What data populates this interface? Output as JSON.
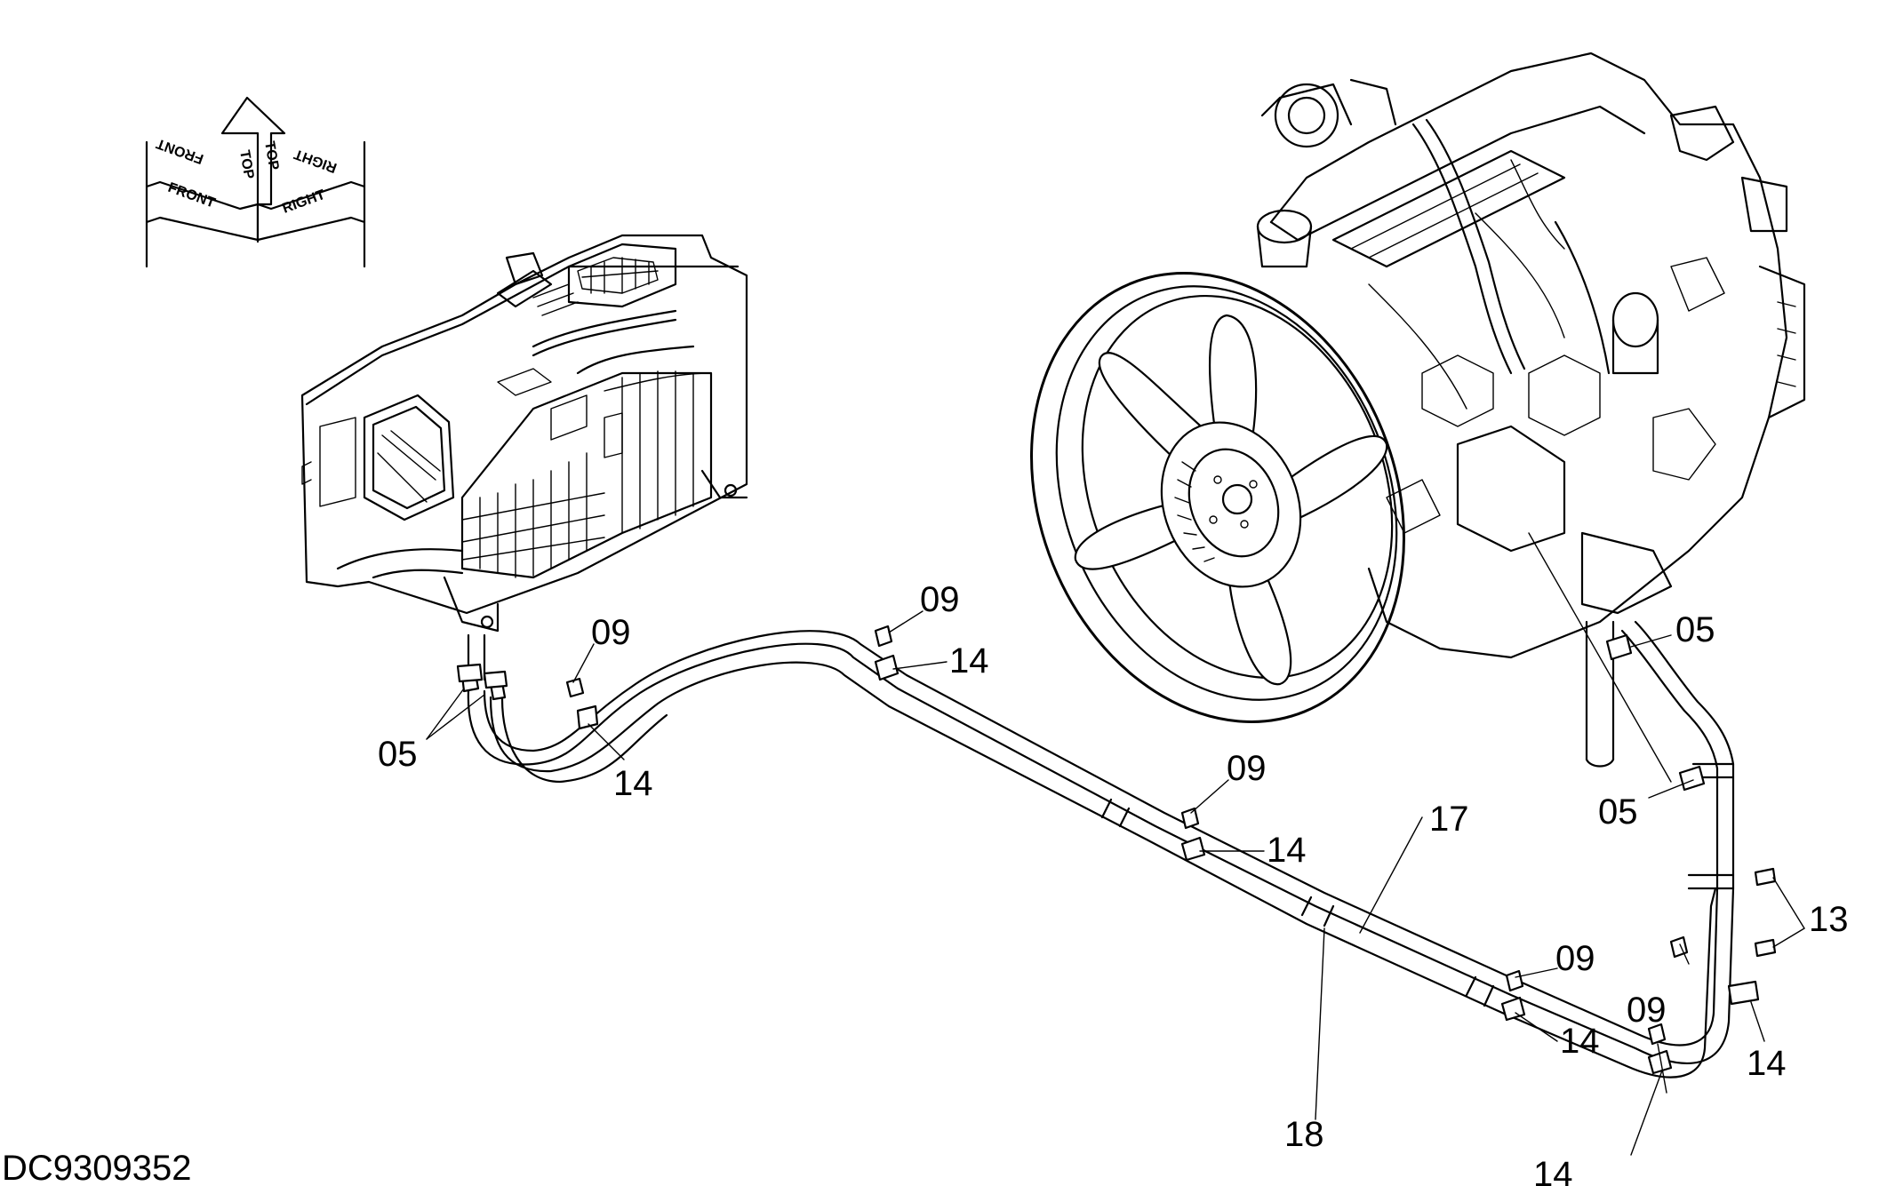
{
  "drawing_id": "DC9309352",
  "orientation": {
    "front": "FRONT",
    "top": "TOP",
    "right": "RIGHT"
  },
  "callouts": {
    "c05_left": "05",
    "c05_right_top": "05",
    "c05_right_mid": "05",
    "c09_a": "09",
    "c09_b": "09",
    "c09_c": "09",
    "c09_d": "09",
    "c09_e": "09",
    "c13": "13",
    "c14_a": "14",
    "c14_b": "14",
    "c14_c": "14",
    "c14_d": "14",
    "c14_e": "14",
    "c14_f": "14",
    "c17": "17",
    "c18": "18"
  }
}
